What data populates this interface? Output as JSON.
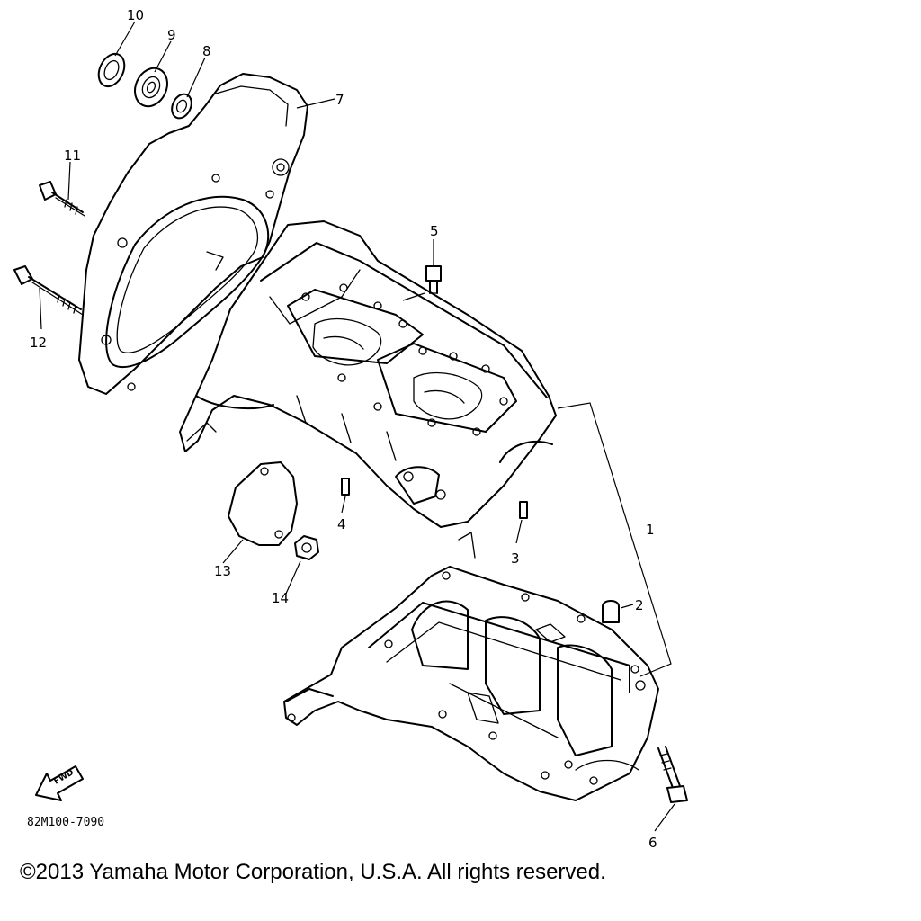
{
  "diagram": {
    "part_numbers": [
      "1",
      "2",
      "3",
      "4",
      "5",
      "6",
      "7",
      "8",
      "9",
      "10",
      "11",
      "12",
      "13",
      "14"
    ],
    "drawing_code": "82M100-7090",
    "direction_label": "FWD",
    "copyright": "©2013 Yamaha Motor Corporation, U.S.A. All rights reserved.",
    "colors": {
      "line": "#000000",
      "background": "#ffffff"
    }
  }
}
